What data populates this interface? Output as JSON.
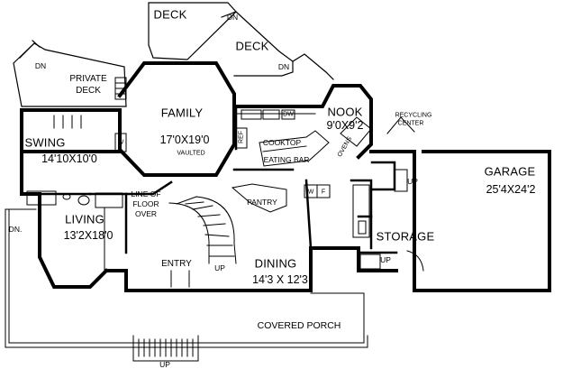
{
  "rooms": {
    "deck_top": {
      "name": "DECK"
    },
    "deck_right": {
      "name": "DECK"
    },
    "private_deck": {
      "line1": "PRIVATE",
      "line2": "DECK"
    },
    "family": {
      "name": "FAMILY",
      "dims": "17'0X19'0",
      "note": "VAULTED"
    },
    "nook": {
      "name": "NOOK",
      "dims": "9'0X9'2"
    },
    "swing": {
      "name": "SWING",
      "dims": "14'10X10'0"
    },
    "living": {
      "name": "LIVING",
      "dims": "13'2X18'0"
    },
    "dining": {
      "name": "DINING",
      "dims": "14'3 X 12'3"
    },
    "garage": {
      "name": "GARAGE",
      "dims": "25'4X24'2"
    },
    "entry": {
      "name": "ENTRY"
    },
    "storage": {
      "name": "STORAGE"
    },
    "pantry": {
      "name": "PANTRY"
    },
    "covered_porch": {
      "name": "COVERED PORCH"
    }
  },
  "labels": {
    "cooktop": "COOKTOP",
    "eating_bar": "EATING BAR",
    "ovens": "OVENS",
    "recycling_line1": "RECYCLING",
    "recycling_line2": "CENTER",
    "floor_over_line1": "LINE OF",
    "floor_over_line2": "FLOOR",
    "floor_over_line3": "OVER",
    "ref": "REF",
    "dw": "DW",
    "washer": "W",
    "dryer": "F",
    "swing_w": "W"
  },
  "stair_marks": {
    "dn_deck": "DN",
    "dn_deck2": "DN",
    "dn_private": "DN",
    "dn_living": "DN.",
    "up_entry": "UP",
    "up_garage": "UP",
    "up_storage": "UP",
    "up_porch": "UP"
  }
}
